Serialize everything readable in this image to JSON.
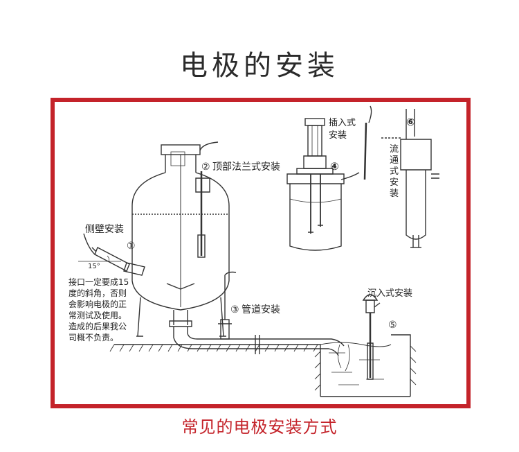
{
  "title": "电极的安装",
  "caption": "常见的电极安装方式",
  "colors": {
    "accent": "#c4232a",
    "line": "#333333",
    "water": "#dfe7ee"
  },
  "labels": {
    "flange": {
      "num": "②",
      "text": "顶部法兰式安装"
    },
    "side": {
      "text": "侧壁安装",
      "num": "①",
      "angle": "15°"
    },
    "pipe": {
      "num": "③",
      "text": "管道安装"
    },
    "insert": {
      "line1": "插入式",
      "line2": "安装",
      "num": "④"
    },
    "submerged": {
      "text": "沉入式安装",
      "num": "⑤"
    },
    "flow": {
      "num": "⑥",
      "chars": [
        "流",
        "通",
        "式",
        "安",
        "装"
      ]
    }
  },
  "warning": [
    "接口一定要成15",
    "度的斜角，否则",
    "会影响电极的正",
    "常测试及使用。",
    "造成的后果我公",
    "司概不负责。"
  ]
}
